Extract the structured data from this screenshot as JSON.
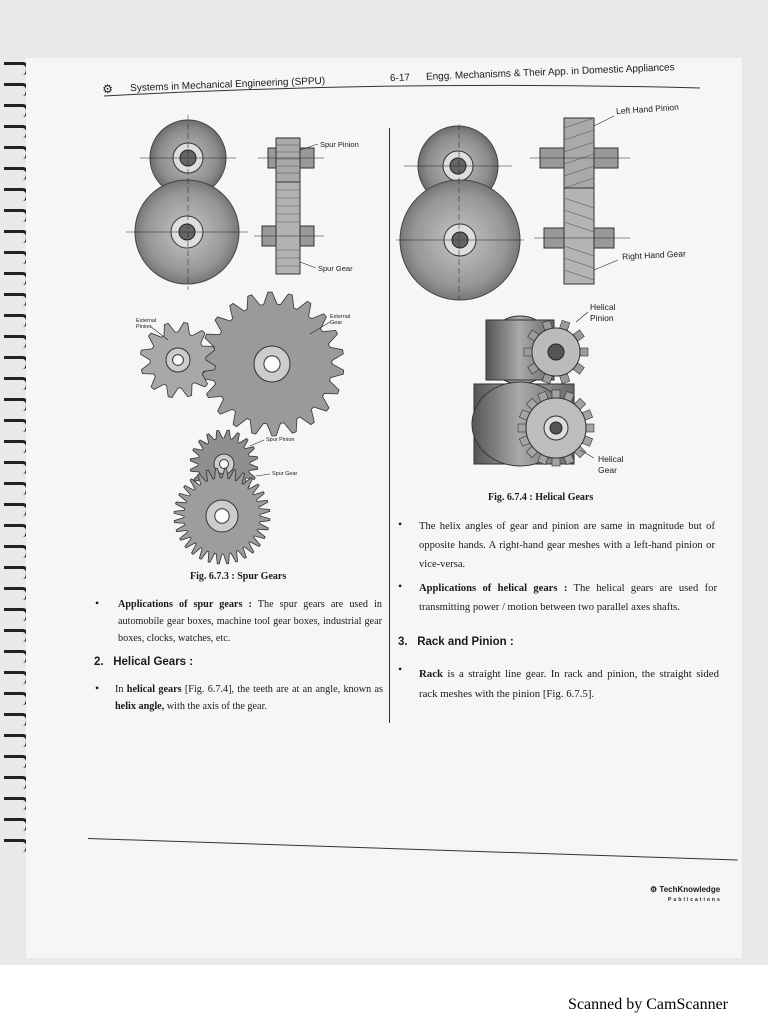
{
  "header": {
    "title_left": "Systems in Mechanical Engineering (SPPU)",
    "page_number": "6-17",
    "title_right": "Engg. Mechanisms & Their App. in Domestic Appliances"
  },
  "left_column": {
    "figure_labels": {
      "spur_pinion_top": "Spur Pinion",
      "spur_gear_top": "Spur Gear",
      "external_pinion": "External Pinion",
      "external_gear": "External Gear",
      "spur_pinion_bottom": "Spur Pinion",
      "spur_gear_bottom": "Spur Gear"
    },
    "figure_caption": "Fig. 6.7.3 : Spur Gears",
    "applications_bold": "Applications of spur gears :",
    "applications_text": " The spur gears are used in automobile gear boxes, machine tool gear boxes, industrial gear boxes, clocks, watches, etc.",
    "heading_2_number": "2.",
    "heading_2_title": "Helical Gears :",
    "helical_text_1": "In ",
    "helical_bold_1": "helical gears",
    "helical_text_2": " [Fig. 6.7.4], the teeth are at an angle, known as ",
    "helical_bold_2": "helix angle,",
    "helical_text_3": " with the axis of the gear."
  },
  "right_column": {
    "figure_labels": {
      "left_hand_pinion": "Left Hand Pinion",
      "right_hand_gear": "Right Hand Gear",
      "helical_pinion_line1": "Helical",
      "helical_pinion_line2": "Pinion",
      "helical_gear_line1": "Helical",
      "helical_gear_line2": "Gear"
    },
    "figure_caption": "Fig. 6.7.4 : Helical Gears",
    "helix_angles_text": "The helix angles of gear and pinion are same in magnitude but of opposite hands. A right-hand gear meshes with a left-hand pinion or vice-versa.",
    "applications_bold": "Applications of helical gears :",
    "applications_text": " The helical gears are used for transmitting power / motion between two parallel axes shafts.",
    "heading_3_number": "3.",
    "heading_3_title": "Rack and Pinion :",
    "rack_bold": "Rack",
    "rack_text": " is a straight line gear. In rack and pinion, the straight sided rack meshes with the pinion [Fig. 6.7.5]."
  },
  "footer": {
    "publisher_line1": "TechKnowledge",
    "publisher_line2": "Publications",
    "scanner_note": "Scanned by CamScanner"
  }
}
